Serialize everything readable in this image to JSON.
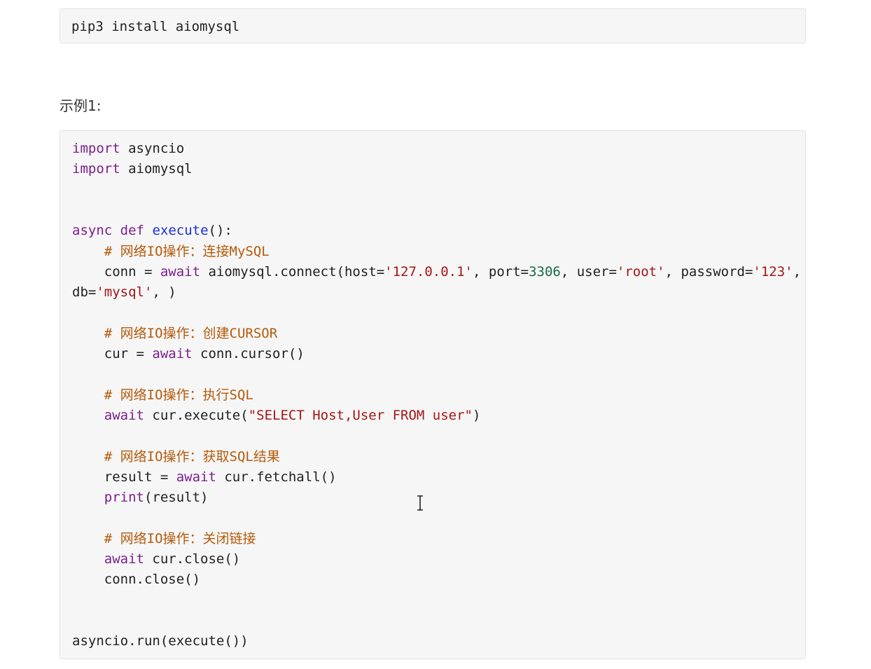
{
  "install": {
    "code": "pip3 install aiomysql"
  },
  "example": {
    "heading": "示例1:",
    "lines": [
      {
        "indent": "",
        "tokens": [
          {
            "t": "import",
            "c": "kw"
          },
          {
            "t": " asyncio",
            "c": ""
          }
        ]
      },
      {
        "indent": "",
        "tokens": [
          {
            "t": "import",
            "c": "kw"
          },
          {
            "t": " aiomysql",
            "c": ""
          }
        ]
      },
      {
        "indent": "",
        "tokens": []
      },
      {
        "indent": "",
        "tokens": []
      },
      {
        "indent": "",
        "tokens": [
          {
            "t": "async",
            "c": "kw"
          },
          {
            "t": " ",
            "c": ""
          },
          {
            "t": "def",
            "c": "kw"
          },
          {
            "t": " ",
            "c": ""
          },
          {
            "t": "execute",
            "c": "fn"
          },
          {
            "t": "():",
            "c": ""
          }
        ]
      },
      {
        "indent": "    ",
        "tokens": [
          {
            "t": "# 网络IO操作：连接MySQL",
            "c": "cm"
          }
        ]
      },
      {
        "indent": "    ",
        "tokens": [
          {
            "t": "conn = ",
            "c": ""
          },
          {
            "t": "await",
            "c": "kw"
          },
          {
            "t": " aiomysql.connect(host=",
            "c": ""
          },
          {
            "t": "'127.0.0.1'",
            "c": "str"
          },
          {
            "t": ", port=",
            "c": ""
          },
          {
            "t": "3306",
            "c": "num"
          },
          {
            "t": ", user=",
            "c": ""
          },
          {
            "t": "'root'",
            "c": "str"
          },
          {
            "t": ", password=",
            "c": ""
          },
          {
            "t": "'123'",
            "c": "str"
          },
          {
            "t": ",",
            "c": ""
          }
        ]
      },
      {
        "indent": "",
        "tokens": [
          {
            "t": "db=",
            "c": ""
          },
          {
            "t": "'mysql'",
            "c": "str"
          },
          {
            "t": ", )",
            "c": ""
          }
        ]
      },
      {
        "indent": "",
        "tokens": []
      },
      {
        "indent": "    ",
        "tokens": [
          {
            "t": "# 网络IO操作：创建CURSOR",
            "c": "cm"
          }
        ]
      },
      {
        "indent": "    ",
        "tokens": [
          {
            "t": "cur = ",
            "c": ""
          },
          {
            "t": "await",
            "c": "kw"
          },
          {
            "t": " conn.cursor()",
            "c": ""
          }
        ]
      },
      {
        "indent": "",
        "tokens": []
      },
      {
        "indent": "    ",
        "tokens": [
          {
            "t": "# 网络IO操作：执行SQL",
            "c": "cm"
          }
        ]
      },
      {
        "indent": "    ",
        "tokens": [
          {
            "t": "await",
            "c": "kw"
          },
          {
            "t": " cur.execute(",
            "c": ""
          },
          {
            "t": "\"SELECT Host,User FROM user\"",
            "c": "str"
          },
          {
            "t": ")",
            "c": ""
          }
        ]
      },
      {
        "indent": "",
        "tokens": []
      },
      {
        "indent": "    ",
        "tokens": [
          {
            "t": "# 网络IO操作：获取SQL结果",
            "c": "cm"
          }
        ]
      },
      {
        "indent": "    ",
        "tokens": [
          {
            "t": "result = ",
            "c": ""
          },
          {
            "t": "await",
            "c": "kw"
          },
          {
            "t": " cur.fetchall()",
            "c": ""
          }
        ]
      },
      {
        "indent": "    ",
        "tokens": [
          {
            "t": "print",
            "c": "kw"
          },
          {
            "t": "(result)",
            "c": ""
          }
        ]
      },
      {
        "indent": "",
        "tokens": []
      },
      {
        "indent": "    ",
        "tokens": [
          {
            "t": "# 网络IO操作：关闭链接",
            "c": "cm"
          }
        ]
      },
      {
        "indent": "    ",
        "tokens": [
          {
            "t": "await",
            "c": "kw"
          },
          {
            "t": " cur.close()",
            "c": ""
          }
        ]
      },
      {
        "indent": "    ",
        "tokens": [
          {
            "t": "conn.close()",
            "c": ""
          }
        ]
      },
      {
        "indent": "",
        "tokens": []
      },
      {
        "indent": "",
        "tokens": []
      },
      {
        "indent": "",
        "tokens": [
          {
            "t": "asyncio.run(execute())",
            "c": ""
          }
        ]
      }
    ]
  },
  "icons": {
    "cursor": "text-cursor-icon"
  }
}
